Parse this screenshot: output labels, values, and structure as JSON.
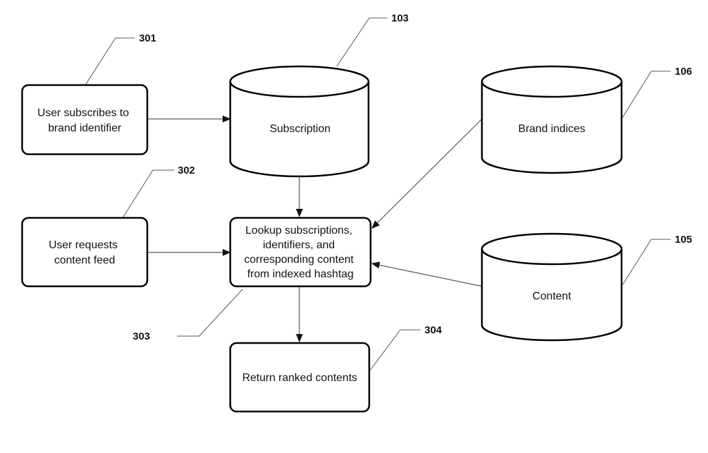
{
  "nodes": {
    "subscribe": {
      "lines": [
        "User subscribes to",
        "brand identifier"
      ],
      "ref": "301"
    },
    "request": {
      "lines": [
        "User requests",
        "content feed"
      ],
      "ref": "302"
    },
    "lookup": {
      "lines": [
        "Lookup subscriptions,",
        "identifiers, and",
        "corresponding content",
        "from indexed hashtag"
      ],
      "ref": "303"
    },
    "ranked": {
      "lines": [
        "Return ranked contents"
      ],
      "ref": "304"
    },
    "subscription_db": {
      "lines": [
        "Subscription"
      ],
      "ref": "103"
    },
    "brand_db": {
      "lines": [
        "Brand indices"
      ],
      "ref": "106"
    },
    "content_db": {
      "lines": [
        "Content"
      ],
      "ref": "105"
    }
  },
  "colors": {
    "stroke": "#000000",
    "connector": "#555555",
    "fill": "#ffffff"
  }
}
